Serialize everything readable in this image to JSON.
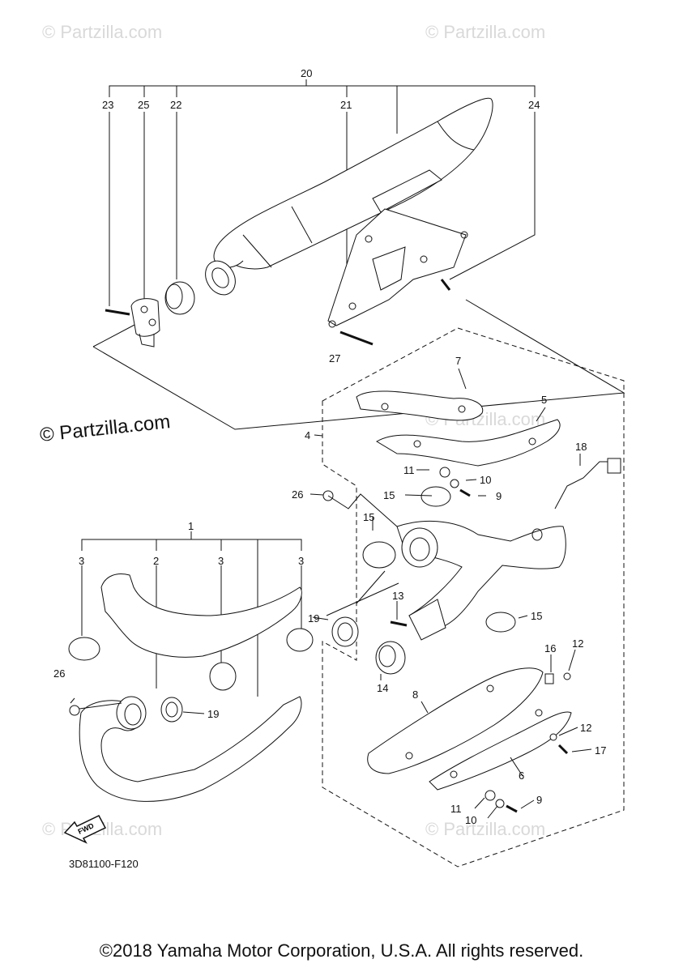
{
  "watermarks": {
    "small": "© Partzilla.com",
    "main": "© Partzilla.com"
  },
  "diagram_code": "3D81100-F120",
  "fwd_label": "FWD",
  "copyright": "©2018 Yamaha Motor Corporation, U.S.A. All rights reserved.",
  "callouts": {
    "c1": "1",
    "c2": "2",
    "c3a": "3",
    "c3b": "3",
    "c3c": "3",
    "c4": "4",
    "c5": "5",
    "c6": "6",
    "c7": "7",
    "c8": "8",
    "c9a": "9",
    "c9b": "9",
    "c10a": "10",
    "c10b": "10",
    "c11a": "11",
    "c11b": "11",
    "c12a": "12",
    "c12b": "12",
    "c13": "13",
    "c14": "14",
    "c15a": "15",
    "c15b": "15",
    "c15c": "15",
    "c16": "16",
    "c17": "17",
    "c18": "18",
    "c19a": "19",
    "c19b": "19",
    "c20": "20",
    "c21": "21",
    "c22": "22",
    "c23": "23",
    "c24": "24",
    "c25": "25",
    "c26a": "26",
    "c26b": "26",
    "c27": "27"
  }
}
